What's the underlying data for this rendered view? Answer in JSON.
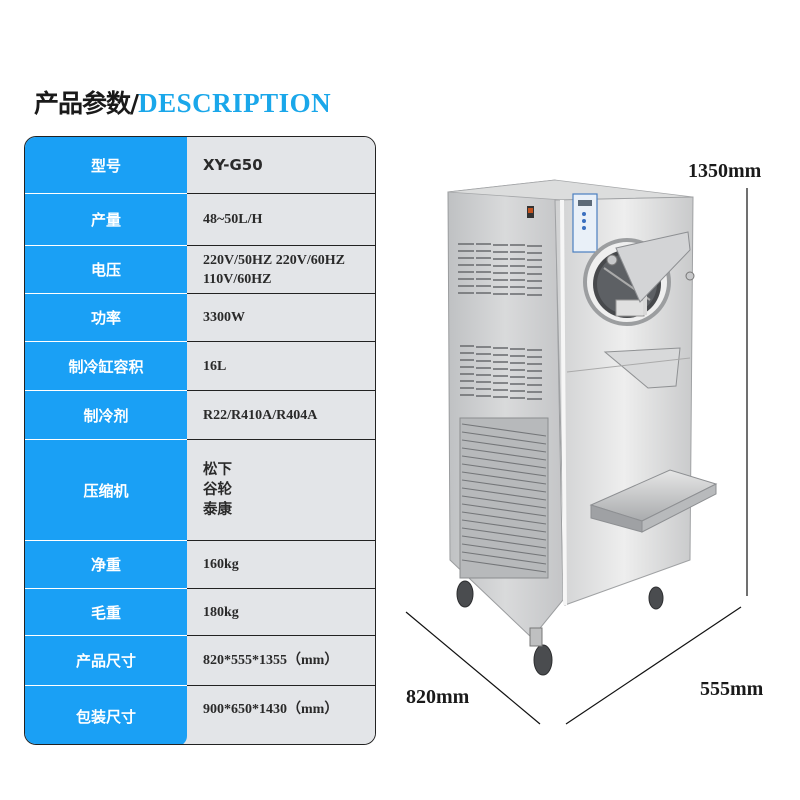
{
  "header": {
    "title_cn": "产品参数/",
    "title_en": "DESCRIPTION"
  },
  "specs": [
    {
      "label": "型号",
      "value": [
        "XY-G50"
      ]
    },
    {
      "label": "产量",
      "value": [
        "48~50L/H"
      ]
    },
    {
      "label": "电压",
      "value": [
        "220V/50HZ 220V/60HZ",
        "110V/60HZ"
      ]
    },
    {
      "label": "功率",
      "value": [
        "3300W"
      ]
    },
    {
      "label": "制冷缸容积",
      "value": [
        "16L"
      ]
    },
    {
      "label": "制冷剂",
      "value": [
        "R22/R410A/R404A"
      ]
    },
    {
      "label": "压缩机",
      "value": [
        "松下",
        "谷轮",
        "泰康"
      ]
    },
    {
      "label": "净重",
      "value": [
        "160kg"
      ]
    },
    {
      "label": "毛重",
      "value": [
        "180kg"
      ]
    },
    {
      "label": "产品尺寸",
      "value": [
        "820*555*1355（mm）"
      ]
    },
    {
      "label": "包装尺寸",
      "value": [
        "900*650*1430（mm）"
      ]
    }
  ],
  "dimensions": {
    "height": "1350mm",
    "width": "820mm",
    "depth": "555mm"
  },
  "product_image": {
    "subject": "stainless steel hard ice cream machine",
    "icons": [
      "power-switch-icon",
      "control-panel-display",
      "freezing-cylinder-door",
      "drip-tray",
      "caster-wheels"
    ]
  },
  "colors": {
    "accent_blue": "#1aa0f5",
    "title_blue": "#1aa7ea",
    "value_bg": "#e3e5e8",
    "border": "#222222"
  }
}
